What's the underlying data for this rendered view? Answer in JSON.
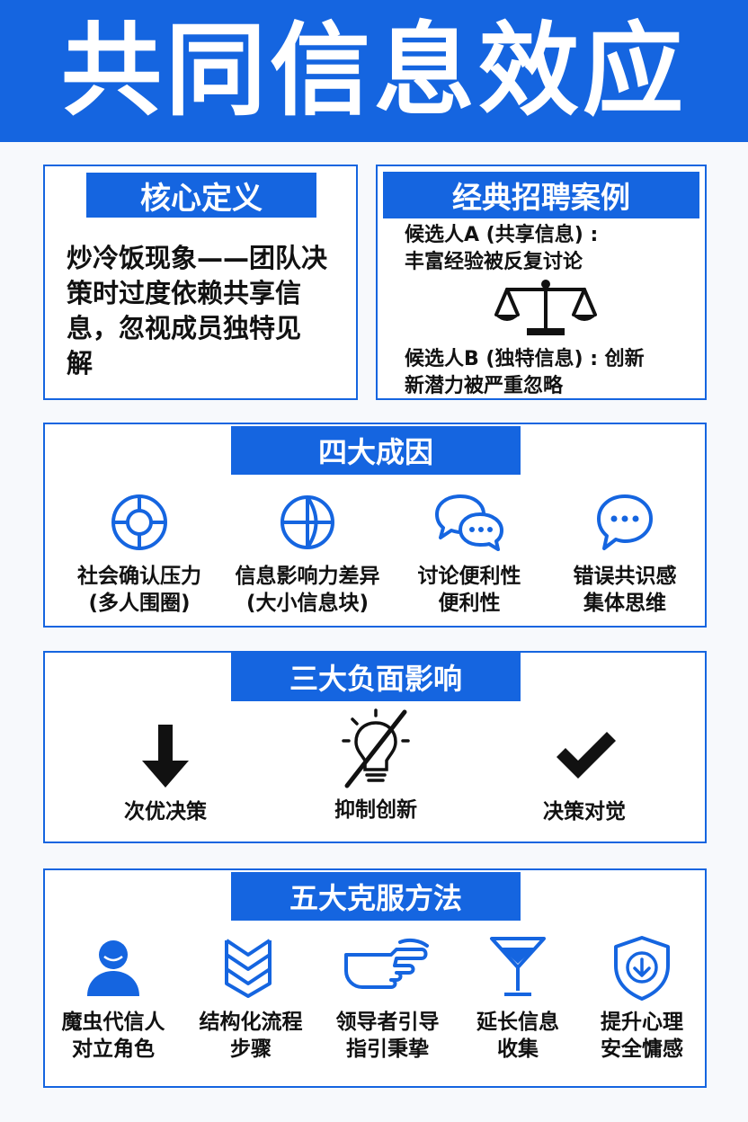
{
  "title": "共同信息效应",
  "definition": {
    "heading": "核心定义",
    "lines": [
      "炒冷饭现象——团队决",
      "策时过度依赖共享信",
      "息，忽视成员独特见",
      "解"
    ]
  },
  "case": {
    "heading": "经典招聘案例",
    "candidate_a_line1": "候选人A (共享信息) :",
    "candidate_a_line2": "丰富经验被反复讨论",
    "candidate_b_line1": "候选人B (独特信息) : 创新",
    "candidate_b_line2": "新潜力被严重忽略"
  },
  "causes": {
    "heading": "四大成因",
    "items": [
      {
        "icon": "lifebuoy-icon",
        "line1": "社会确认压力",
        "line2": "(多人围圈)"
      },
      {
        "icon": "globe-icon",
        "line1": "信息影响力差异",
        "line2": "(大小信息块)"
      },
      {
        "icon": "chat-bubbles-icon",
        "line1": "讨论便利性",
        "line2": "便利性"
      },
      {
        "icon": "speech-bubble-icon",
        "line1": "错误共识感",
        "line2": "集体思维"
      }
    ]
  },
  "impacts": {
    "heading": "三大负面影响",
    "items": [
      {
        "icon": "down-arrow-icon",
        "label": "次优决策"
      },
      {
        "icon": "lightbulb-crossed-icon",
        "label": "抑制创新"
      },
      {
        "icon": "checkmark-icon",
        "label": "决策对觉"
      }
    ]
  },
  "methods": {
    "heading": "五大克服方法",
    "items": [
      {
        "icon": "person-icon",
        "line1": "魔虫代信人",
        "line2": "对立角色"
      },
      {
        "icon": "chevron-flow-icon",
        "line1": "结构化流程",
        "line2": "步骤"
      },
      {
        "icon": "pointing-hand-icon",
        "line1": "领导者引导",
        "line2": "指引秉挚"
      },
      {
        "icon": "funnel-glass-icon",
        "line1": "延长信息",
        "line2": "收集"
      },
      {
        "icon": "shield-check-icon",
        "line1": "提升心理",
        "line2": "安全慵感"
      }
    ]
  },
  "colors": {
    "accent": "#1565e0",
    "text": "#111111",
    "background": "#f7f9fc"
  }
}
